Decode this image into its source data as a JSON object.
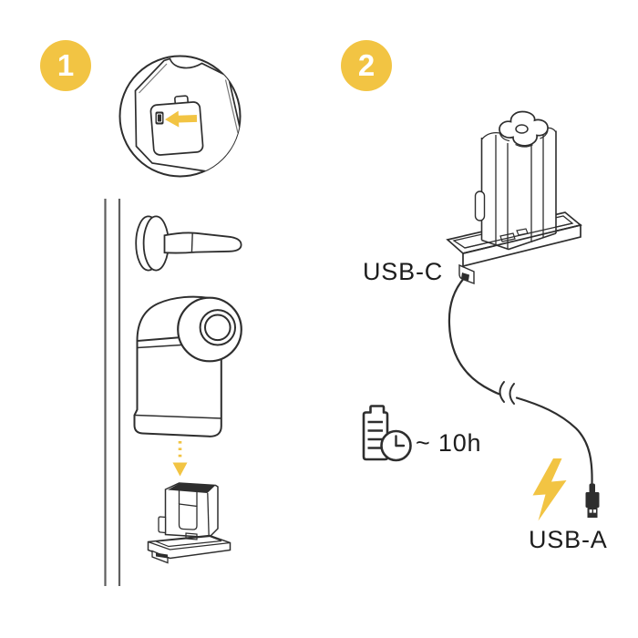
{
  "colors": {
    "background": "#ffffff",
    "accent_yellow": "#f2c443",
    "line_dark": "#2e2e2e",
    "line_gray": "#5f5f5f"
  },
  "step1": {
    "badge_number": "1",
    "icons": {
      "inset": "usb-port-zoom-inset",
      "port_arrow": "arrow-left-icon",
      "insert_arrow": "arrow-down-dotted-icon"
    }
  },
  "step2": {
    "badge_number": "2",
    "usb_c_label": "USB-C",
    "charge_time_label": "~ 10h",
    "usb_a_label": "USB-A",
    "icons": {
      "charge_time": "battery-clock-icon",
      "power": "lightning-bolt-icon",
      "plug": "usb-a-plug-icon",
      "cable_break": "cable-break-icon"
    }
  }
}
